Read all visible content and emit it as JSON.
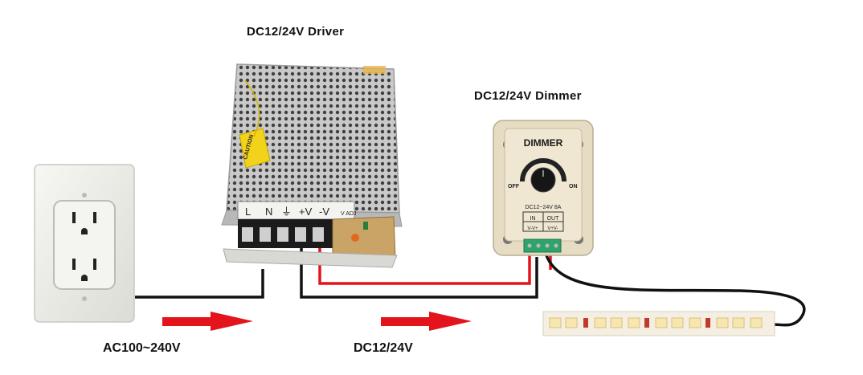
{
  "labels": {
    "driver": "DC12/24V Driver",
    "dimmer": "DC12/24V Dimmer",
    "ac_input": "AC100~240V",
    "dc_output": "DC12/24V"
  },
  "dimmer": {
    "title": "DIMMER",
    "off": "OFF",
    "on": "ON",
    "rating": "DC12~24V 8A",
    "in": "IN",
    "out": "OUT",
    "in_pins": "V-V+",
    "out_pins": "V+V-"
  },
  "driver": {
    "caution": "CAUTION",
    "terminals": [
      "L",
      "N",
      "⏚",
      "+V",
      "-V"
    ],
    "adj": "V ADJ"
  },
  "colors": {
    "arrow": "#e3141b",
    "wire_black": "#111111",
    "wire_red": "#e3141b",
    "dimmer_body": "#efe7d2",
    "connector": "#2fa36b",
    "led": "#f6e6b0",
    "strip": "#f4efe2"
  }
}
